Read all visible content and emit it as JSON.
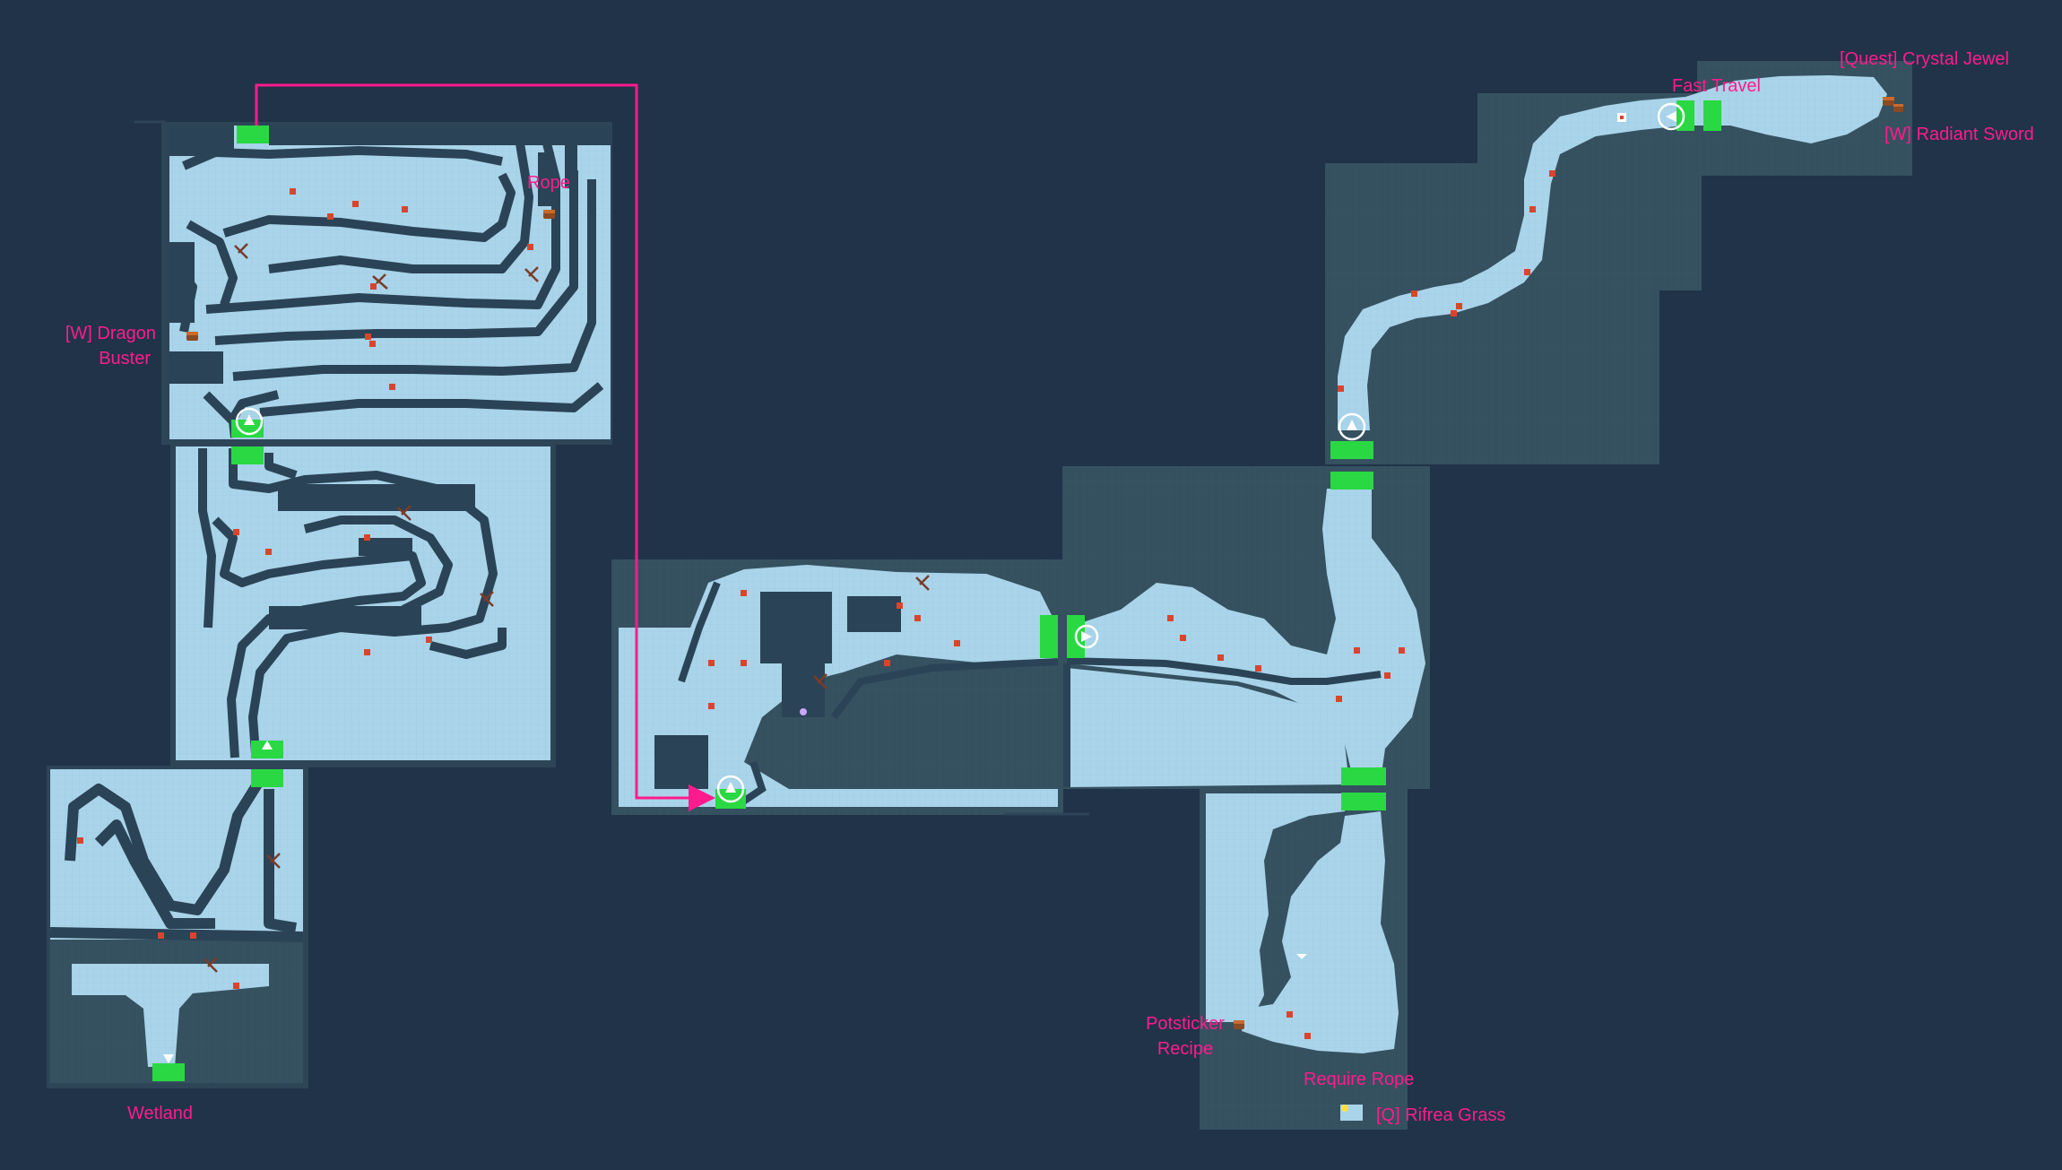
{
  "map": {
    "title": "",
    "colors": {
      "background": "#203349",
      "frame": "#2e4558",
      "floor": "#a9d4ea",
      "wall": "#2b4356",
      "dark_panel": "#35505f",
      "exit": "#2ad843",
      "marker": "#d9452c",
      "route": "#ff1b8d",
      "label": "#ff1b8d"
    },
    "labels": {
      "rope": "Rope",
      "dragon_buster_1": "[W] Dragon",
      "dragon_buster_2": "Buster",
      "wetland": "Wetland",
      "fast_travel": "Fast Travel",
      "crystal_jewel": "[Quest] Crystal Jewel",
      "radiant_sword": "[W] Radiant Sword",
      "potsticker_1": "Potsticker",
      "potsticker_2": "Recipe",
      "require_rope": "Require Rope",
      "rifrea_grass": "[Q] Rifrea Grass"
    },
    "icons": {
      "chest": "treasure-chest-icon",
      "pickaxe": "pickaxe-icon",
      "save_point": "save-point-icon",
      "enemy_spawn": "enemy-marker-icon",
      "quest_item": "quest-item-icon",
      "route_arrow": "route-arrow-icon"
    }
  }
}
